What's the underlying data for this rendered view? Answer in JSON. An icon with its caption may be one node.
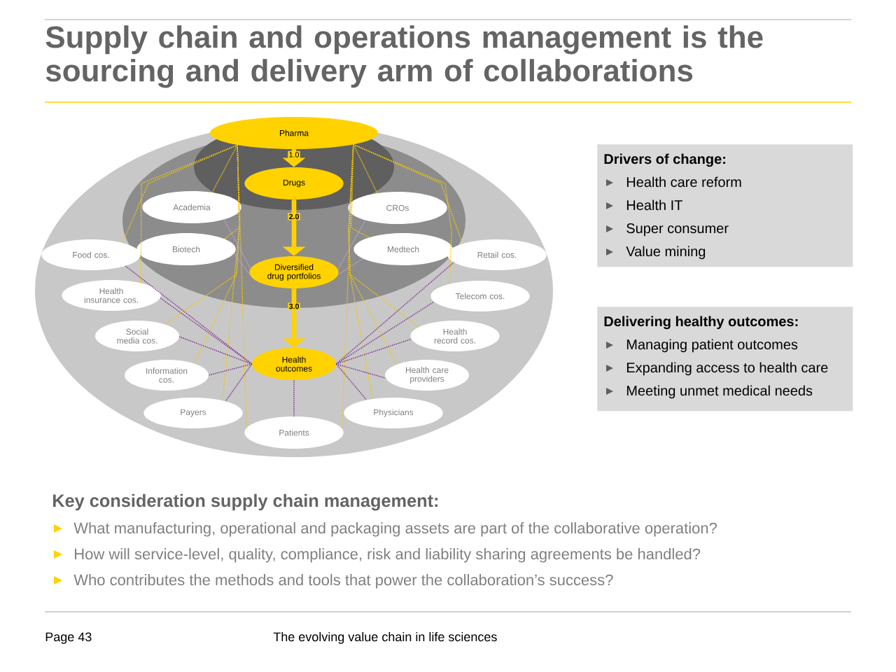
{
  "diagram": {
    "title": "Supply chain and operations management is the sourcing and delivery arm of collaborations",
    "nodes": [
      {
        "text": [
          "Pharma"
        ]
      },
      {
        "text": [
          "Drugs"
        ]
      },
      {
        "text": [
          "Academia"
        ]
      },
      {
        "text": [
          "CROs"
        ]
      },
      {
        "text": [
          "Food cos."
        ]
      },
      {
        "text": [
          "Biotech"
        ]
      },
      {
        "text": [
          "Diversified drug portfolios"
        ]
      },
      {
        "text": [
          "Medtech"
        ]
      },
      {
        "text": [
          "Retail cos."
        ]
      },
      {
        "text": [
          "Health insurance cos."
        ]
      },
      {
        "text": [
          "Telecom cos."
        ]
      },
      {
        "text": [
          "Social media cos."
        ]
      },
      {
        "text": [
          "Health outcomes"
        ]
      },
      {
        "text": [
          "Health record cos."
        ]
      },
      {
        "text": [
          "Information cos."
        ]
      },
      {
        "text": [
          "Health care providers"
        ]
      },
      {
        "text": [
          "Payers"
        ]
      },
      {
        "text": [
          "Physicians"
        ]
      },
      {
        "text": [
          "Patients"
        ]
      },
      {
        "text": [
          "Drivers of change:",
          "Health care reform",
          "Health IT",
          "Super consumer",
          "Value mining"
        ]
      },
      {
        "text": [
          "Delivering healthy outcomes:",
          "Managing patient outcomes",
          "Expanding access to health care",
          "Meeting unmet medical needs"
        ]
      }
    ],
    "edges": [
      {
        "from": 0,
        "to": 1,
        "arrow": "to",
        "label": "1.0",
        "style": "thick",
        "color": "#ffd200"
      },
      {
        "from": 1,
        "to": 6,
        "arrow": "to",
        "label": "2.0",
        "style": "thick",
        "color": "#ffd200"
      },
      {
        "from": 6,
        "to": 12,
        "arrow": "to",
        "label": "3.0",
        "style": "thick",
        "color": "#ffd200"
      },
      {
        "from": 0,
        "to": 2,
        "arrow": "none",
        "style": "dashed"
      },
      {
        "from": 0,
        "to": 4,
        "arrow": "none",
        "style": "dashed"
      },
      {
        "from": 0,
        "to": 5,
        "arrow": "none",
        "style": "dashed"
      },
      {
        "from": 0,
        "to": 9,
        "arrow": "none",
        "style": "dashed"
      },
      {
        "from": 0,
        "to": 11,
        "arrow": "none",
        "style": "dashed"
      },
      {
        "from": 0,
        "to": 14,
        "arrow": "none",
        "style": "dashed"
      },
      {
        "from": 0,
        "to": 16,
        "arrow": "none",
        "style": "dashed"
      },
      {
        "from": 0,
        "to": 18,
        "arrow": "none",
        "style": "dashed"
      },
      {
        "from": 0,
        "to": 3,
        "arrow": "none",
        "style": "dashed"
      },
      {
        "from": 0,
        "to": 7,
        "arrow": "none",
        "style": "dashed"
      },
      {
        "from": 0,
        "to": 8,
        "arrow": "none",
        "style": "dashed"
      },
      {
        "from": 0,
        "to": 10,
        "arrow": "none",
        "style": "dashed"
      },
      {
        "from": 0,
        "to": 13,
        "arrow": "none",
        "style": "dashed"
      },
      {
        "from": 0,
        "to": 15,
        "arrow": "none",
        "style": "dashed"
      },
      {
        "from": 0,
        "to": 17,
        "arrow": "none",
        "style": "dashed"
      },
      {
        "from": 0,
        "to": 18,
        "arrow": "none",
        "style": "dashed"
      },
      {
        "from": 6,
        "to": 2,
        "arrow": "none",
        "color": "#c9a0dc"
      },
      {
        "from": 6,
        "to": 5,
        "arrow": "none",
        "color": "#c9a0dc"
      },
      {
        "from": 6,
        "to": 3,
        "arrow": "none",
        "color": "#c9a0dc"
      },
      {
        "from": 6,
        "to": 7,
        "arrow": "none",
        "color": "#c9a0dc"
      },
      {
        "from": 12,
        "to": 4,
        "arrow": "none",
        "style": "dashed",
        "color": "#7b2d8e"
      },
      {
        "from": 12,
        "to": 9,
        "arrow": "none",
        "style": "dashed",
        "color": "#7b2d8e"
      },
      {
        "from": 12,
        "to": 11,
        "arrow": "none",
        "style": "dashed",
        "color": "#7b2d8e"
      },
      {
        "from": 12,
        "to": 14,
        "arrow": "none",
        "style": "dashed",
        "color": "#7b2d8e"
      },
      {
        "from": 12,
        "to": 16,
        "arrow": "none",
        "style": "dashed",
        "color": "#7b2d8e"
      },
      {
        "from": 12,
        "to": 18,
        "arrow": "none",
        "style": "dashed",
        "color": "#7b2d8e"
      },
      {
        "from": 12,
        "to": 17,
        "arrow": "none",
        "style": "dashed",
        "color": "#7b2d8e"
      },
      {
        "from": 12,
        "to": 15,
        "arrow": "none",
        "style": "dashed",
        "color": "#7b2d8e"
      },
      {
        "from": 12,
        "to": 13,
        "arrow": "none",
        "style": "dashed",
        "color": "#7b2d8e"
      },
      {
        "from": 12,
        "to": 10,
        "arrow": "none",
        "style": "dashed",
        "color": "#7b2d8e"
      },
      {
        "from": 12,
        "to": 8,
        "arrow": "none",
        "style": "dashed",
        "color": "#7b2d8e"
      }
    ],
    "labels": [
      "Key consideration supply chain management:",
      "What manufacturing, operational and packaging assets are part of the collaborative operation?",
      "How will service-level, quality, compliance, risk and liability sharing agreements be handled?",
      "Who contributes the methods and tools that power the collaboration’s success?",
      "Page 43",
      "The evolving value chain in life sciences"
    ]
  }
}
